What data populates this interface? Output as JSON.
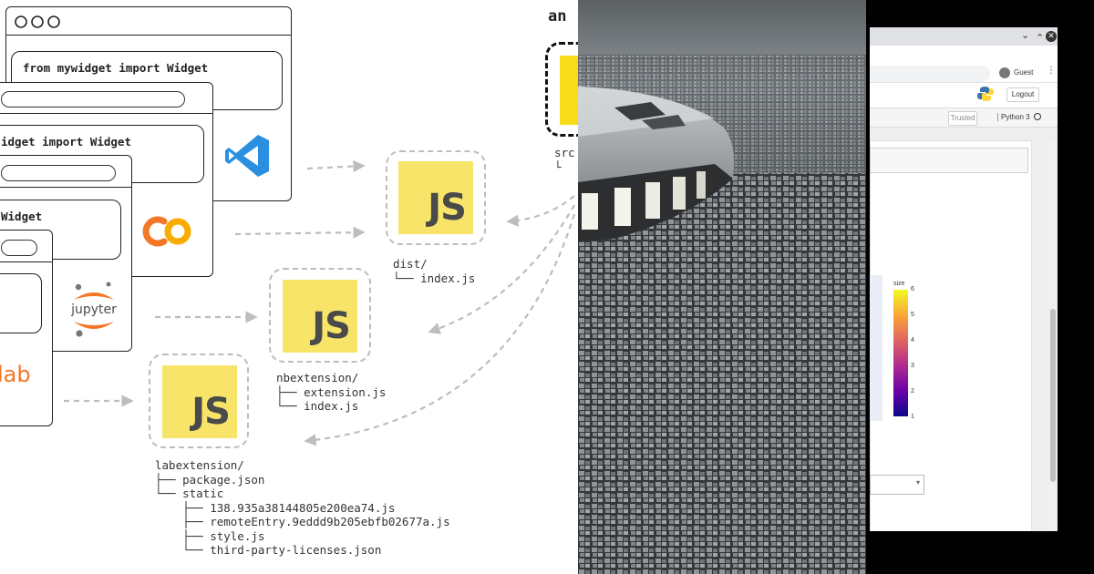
{
  "diagram": {
    "code_lines": [
      "from mywidget import Widget",
      "idget import Widget",
      "Widget"
    ],
    "partial_top_label": "an",
    "partial_src_label": "src",
    "js_label": "JS",
    "dist": {
      "folder": "dist/",
      "files": [
        "└── index.js"
      ]
    },
    "nbextension": {
      "folder": "nbextension/",
      "files": [
        "├── extension.js",
        "└── index.js"
      ]
    },
    "labextension": {
      "folder": "labextension/",
      "files": [
        "├── package.json",
        "└── static",
        "    ├── 138.935a38144805e200ea74.js",
        "    ├── remoteEntry.9eddd9b205ebfb02677a.js",
        "    ├── style.js",
        "    └── third-party-licenses.json"
      ]
    },
    "jupyter_logo_text": "jupyter",
    "lab_text": "lab",
    "colors": {
      "js_yellow": "#f7e468",
      "vscode_blue": "#2a8fe0",
      "colab_orange": "#f9ab00",
      "lab_orange": "#f37726"
    }
  },
  "notebook": {
    "user_label": "Guest",
    "logout_label": "Logout",
    "trusted_label": "Trusted",
    "kernel_label": "Python 3",
    "colorbar": {
      "title": "size",
      "ticks": [
        "6",
        "5",
        "4",
        "3",
        "2",
        "1"
      ]
    }
  },
  "icons": [
    "window-dots-icon",
    "vscode-icon",
    "colab-icon",
    "jupyter-icon",
    "python-icon",
    "user-icon",
    "close-icon",
    "chevron-down-icon",
    "chevron-up-icon",
    "menu-dots-icon"
  ]
}
